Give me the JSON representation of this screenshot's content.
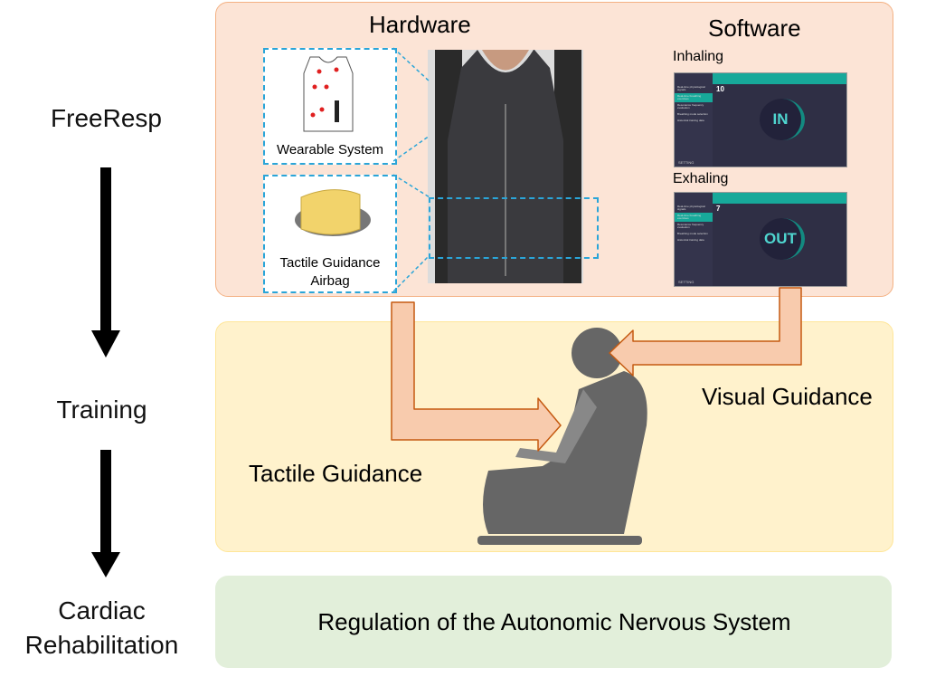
{
  "stages": [
    "FreeResp",
    "Training",
    "Cardiac Rehabilitation"
  ],
  "hardware": {
    "title": "Hardware",
    "wearable": "Wearable System",
    "airbag": "Tactile Guidance Airbag"
  },
  "software": {
    "title": "Software",
    "inhaling": "Inhaling",
    "exhaling": "Exhaling",
    "inhale_screen": {
      "word": "IN",
      "count": "10"
    },
    "exhale_screen": {
      "word": "OUT",
      "count": "7"
    },
    "menu": [
      "Real-time physiological signals",
      "Real-time breathing exercises",
      "Resonance frequency evaluation",
      "Breathing mode selection",
      "Historical training data"
    ],
    "settings": "SETTING"
  },
  "training": {
    "visual": "Visual Guidance",
    "tactile": "Tactile Guidance"
  },
  "outcome": "Regulation of the Autonomic Nervous System",
  "colors": {
    "hardware_panel": "#fce4d6",
    "training_panel": "#fff2cc",
    "outcome_panel": "#e2efda",
    "arrow": "#c55a11",
    "accent": "#17a99a"
  }
}
